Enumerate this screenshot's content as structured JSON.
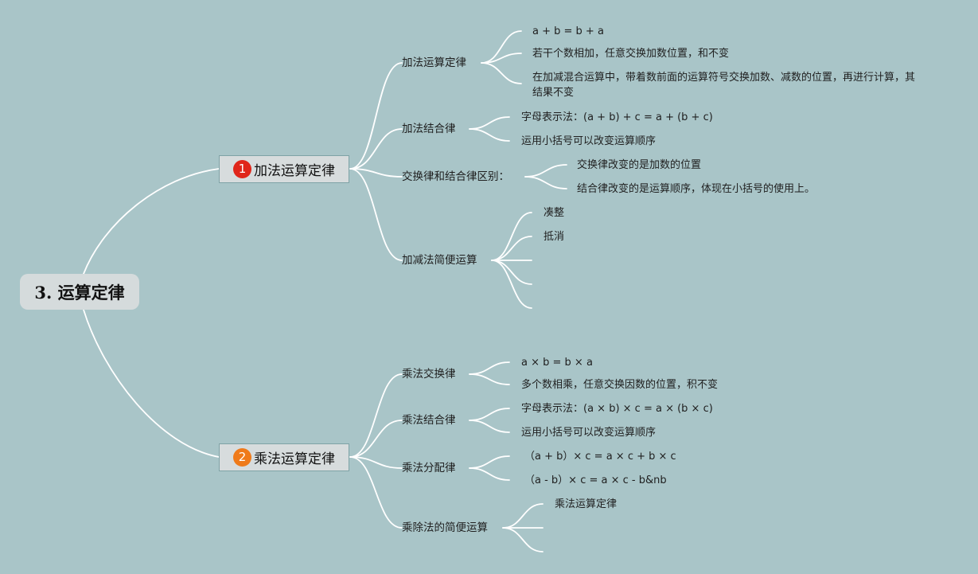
{
  "root": {
    "label": "3. 运算定律"
  },
  "branches": [
    {
      "badge": "1",
      "badge_color": "#e0261a",
      "label": "加法运算定律",
      "children": [
        {
          "label": "加法运算定律",
          "leaves": [
            "a + b = b + a",
            "若干个数相加，任意交换加数位置，和不变",
            "在加减混合运算中，带着数前面的运算符号交换加数、减数的位置，再进行计算，其结果不变"
          ]
        },
        {
          "label": "加法结合律",
          "leaves": [
            "字母表示法：(a + b) + c = a + (b + c)",
            "运用小括号可以改变运算顺序"
          ]
        },
        {
          "label": "交换律和结合律区别：",
          "leaves": [
            "交换律改变的是加数的位置",
            "结合律改变的是运算顺序，体现在小括号的使用上。"
          ]
        },
        {
          "label": "加减法简便运算",
          "leaves": [
            "凑整",
            "抵消",
            "",
            "",
            ""
          ]
        }
      ]
    },
    {
      "badge": "2",
      "badge_color": "#ef7a1a",
      "label": "乘法运算定律",
      "children": [
        {
          "label": "乘法交换律",
          "leaves": [
            "a × b = b × a",
            "多个数相乘，任意交换因数的位置，积不变"
          ]
        },
        {
          "label": "乘法结合律",
          "leaves": [
            "字母表示法：(a × b) × c = a × (b × c)",
            "运用小括号可以改变运算顺序"
          ]
        },
        {
          "label": "乘法分配律",
          "leaves": [
            "（a + b）× c = a × c + b × c",
            "（a - b）× c = a × c - b&nb"
          ]
        },
        {
          "label": "乘除法的简便运算",
          "leaves": [
            "乘法运算定律",
            "",
            ""
          ]
        }
      ]
    }
  ]
}
